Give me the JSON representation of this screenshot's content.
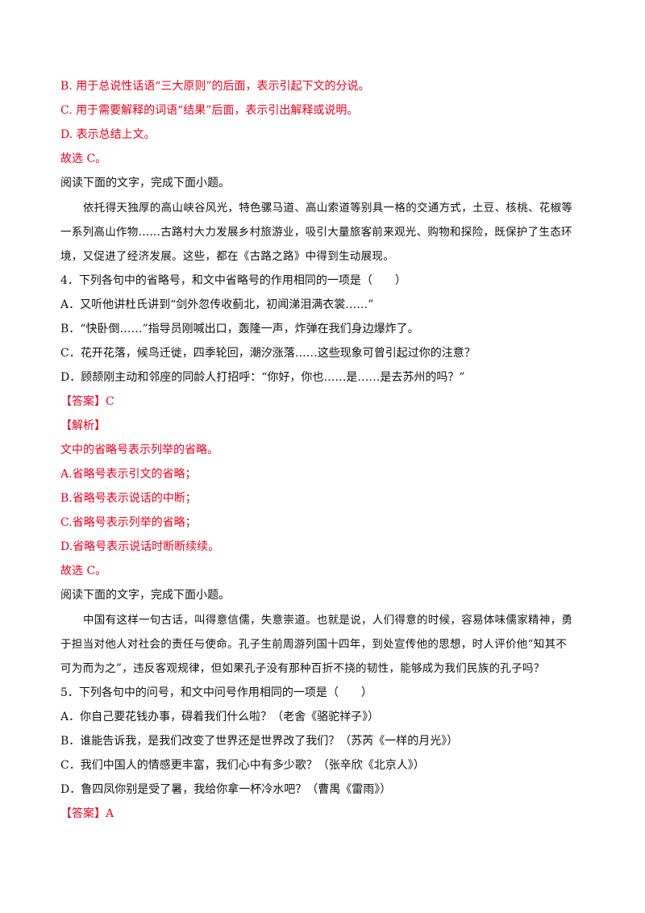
{
  "section1": {
    "optB": "B. 用于总说性话语“三大原则”的后面，表示引起下文的分说。",
    "optC": "C. 用于需要解释的词语“结果”后面，表示引出解释或说明。",
    "optD": "D. 表示总结上文。",
    "conclusion": "故选 C。"
  },
  "passage1": {
    "intro": "阅读下面的文字，完成下面小题。",
    "lines": [
      "依托得天独厚的高山峡谷风光，特色骡马道、高山索道等别具一格的交通方式，土豆、核桃、花椒等",
      "一系列高山作物……古路村大力发展乡村旅游业，吸引大量旅客前来观光、购物和探险，既保护了生态环",
      "境，又促进了经济发展。这些，都在《古路之路》中得到生动展现。"
    ]
  },
  "question4": {
    "stem": "4．下列各句中的省略号，和文中省略号的作用相同的一项是（　　）",
    "options": [
      "A．又听他讲杜氏讲到“剑外忽传收蓟北，初闻涕泪满衣裳……”",
      "B．“快卧倒……”指导员刚喊出口，轰隆一声，炸弹在我们身边爆炸了。",
      "C．花开花落，候鸟迁徙，四季轮回，潮汐涨落……这些现象可曾引起过你的注意？",
      "D．顾颉刚主动和邻座的同龄人打招呼：“你好，你也……是……是去苏州的吗？”"
    ],
    "answer_label": "【答案】",
    "answer_value": "C",
    "analysis_label": "【解析】",
    "analysis": [
      "文中的省略号表示列举的省略。",
      "A.省略号表示引文的省略；",
      "B.省略号表示说话的中断；",
      "C.省略号表示列举的省略；",
      "D.省略号表示说话时断断续续。",
      "故选 C。"
    ]
  },
  "passage2": {
    "intro": "阅读下面的文字，完成下面小题。",
    "lines": [
      "中国有这样一句古话，叫得意信儒，失意崇道。也就是说，人们得意的时候，容易体味儒家精神，勇",
      "于担当对他人对社会的责任与使命。孔子生前周游列国十四年，到处宣传他的思想，时人评价他“知其不",
      "可为而为之”，违反客观规律，但如果孔子没有那种百折不挠的韧性，能够成为我们民族的孔子吗？"
    ]
  },
  "question5": {
    "stem": "5．下列各句中的问号，和文中问号作用相同的一项是（　　）",
    "options": [
      "A．你自己要花钱办事，碍着我们什么啦？（老舍《骆驼祥子》）",
      "B．谁能告诉我，是我们改变了世界还是世界改了我们？（苏芮《一样的月光》）",
      "C．我们中国人的情感更丰富，我们心中有多少歌？（张辛欣《北京人》）",
      "D．鲁四凤你别是受了暑，我给你拿一杯冷水吧？（曹禺《雷雨》）"
    ],
    "answer_label": "【答案】",
    "answer_value": "A"
  }
}
